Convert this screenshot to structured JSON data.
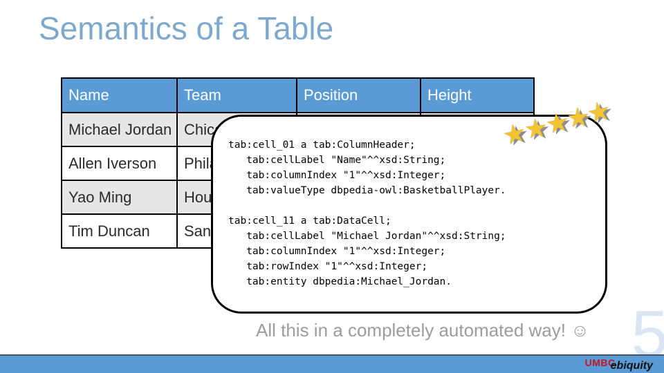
{
  "slide": {
    "title": "Semantics of a Table",
    "footer_note": "All this in a completely automated way! ☺",
    "page_number": "5",
    "logo": {
      "primary": "UMBC",
      "secondary": "ebiquity"
    }
  },
  "table": {
    "headers": [
      "Name",
      "Team",
      "Position",
      "Height"
    ],
    "rows": [
      {
        "name": "Michael Jordan",
        "team": "Chica"
      },
      {
        "name": "Allen Iverson",
        "team": "Phila"
      },
      {
        "name": "Yao Ming",
        "team": "Hou"
      },
      {
        "name": "Tim Duncan",
        "team": "San"
      }
    ]
  },
  "code_box": {
    "blocks": [
      {
        "lines": [
          "tab:cell_01 a tab:ColumnHeader;",
          "   tab:cellLabel \"Name\"^^xsd:String;",
          "   tab:columnIndex \"1\"^^xsd:Integer;",
          "   tab:valueType dbpedia-owl:BasketballPlayer."
        ]
      },
      {
        "lines": [
          "tab:cell_11 a tab:DataCell;",
          "   tab:cellLabel \"Michael Jordan\"^^xsd:String;",
          "   tab:columnIndex \"1\"^^xsd:Integer;",
          "   tab:rowIndex \"1\"^^xsd:Integer;",
          "   tab:entity dbpedia:Michael_Jordan."
        ]
      }
    ]
  },
  "decorations": {
    "star_glyph": "★",
    "star_count": 5
  },
  "colors": {
    "accent_blue": "#5B9BD5",
    "title_blue": "#7FA9CC",
    "row_alt": "#E7E6E6",
    "footer_gray": "#9C9C9C",
    "star_gold": "#F2C434",
    "page_num_blue": "#DBE5F1",
    "logo_red": "#C4161C",
    "bar_border": "#44546A"
  }
}
